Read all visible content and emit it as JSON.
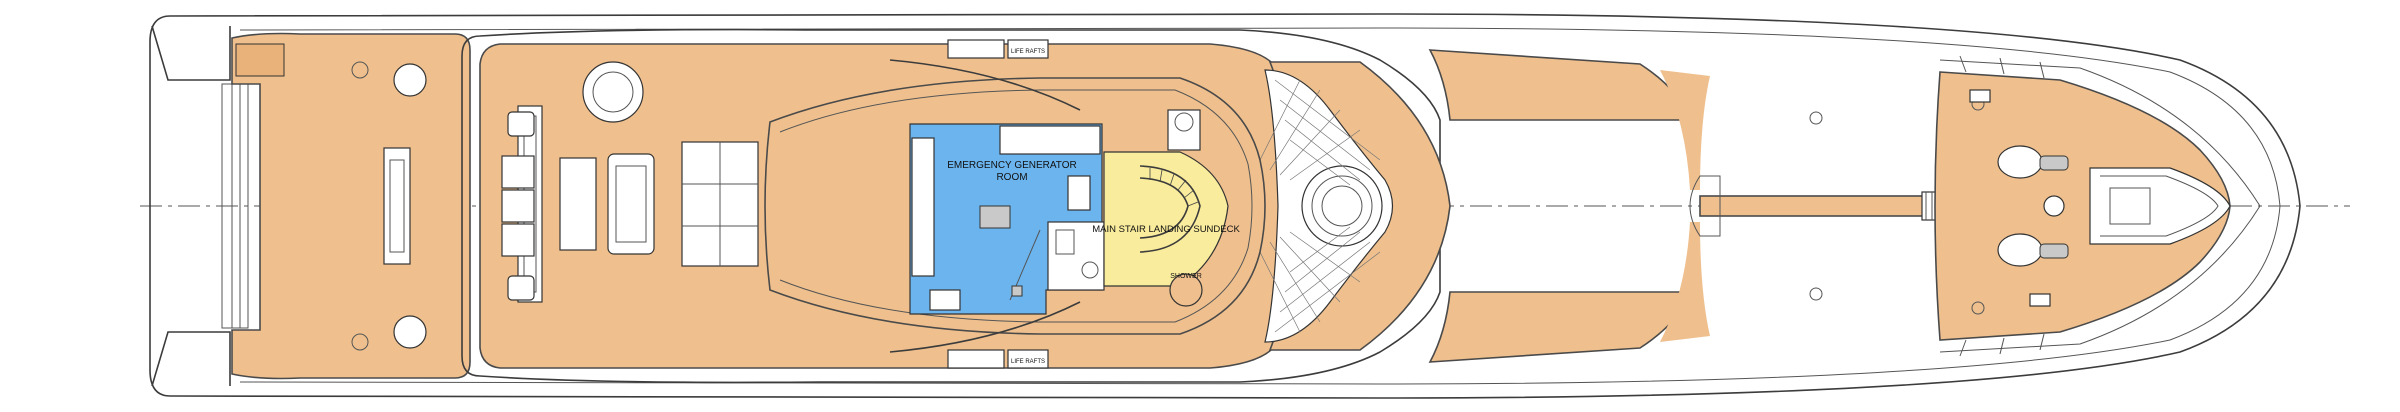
{
  "labels": {
    "generator_room": "EMERGENCY GENERATOR",
    "generator_room_line2": "ROOM",
    "stair_landing": "MAIN STAIR LANDING SUNDECK",
    "shower": "SHOWER",
    "tender_top": "LIFE RAFTS",
    "tender_bottom": "LIFE RAFTS"
  },
  "colors": {
    "deck_teak": "#EFC08E",
    "generator_room": "#6BB4EE",
    "stair_landing": "#F9EC9C",
    "outline": "#3c3c3c"
  }
}
